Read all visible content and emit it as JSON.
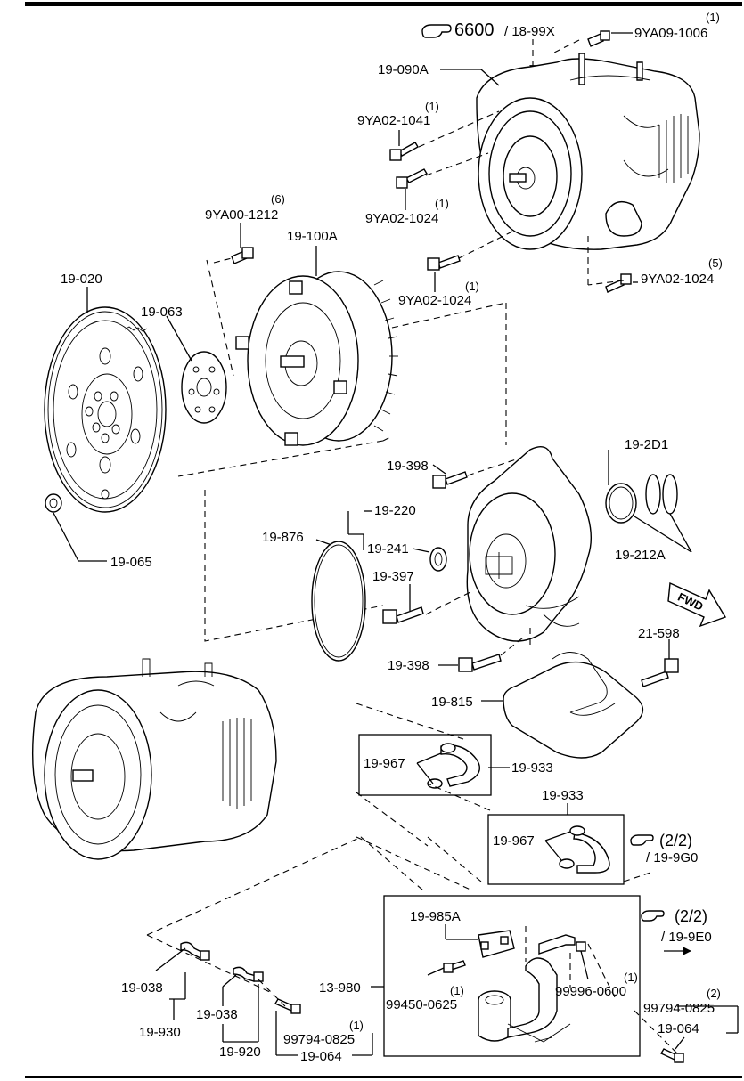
{
  "ref_main": {
    "num": "6600",
    "ref": "/ 18-99X"
  },
  "ref_2_2_a": {
    "text": "(2/2)",
    "ref": "/ 19-9G0"
  },
  "ref_2_2_b": {
    "text": "(2/2)",
    "ref": "/ 19-9E0"
  },
  "fwd_label": "FWD",
  "labels": {
    "p9ya09_1006": "9YA09-1006",
    "q9ya09_1006": "(1)",
    "p19_090a": "19-090A",
    "p9ya02_1041": "9YA02-1041",
    "q9ya02_1041": "(1)",
    "p9ya02_1024_a": "9YA02-1024",
    "q9ya02_1024_a": "(1)",
    "p9ya00_1212": "9YA00-1212",
    "q9ya00_1212": "(6)",
    "p19_100a": "19-100A",
    "p19_020": "19-020",
    "p19_063": "19-063",
    "p9ya02_1024_b": "9YA02-1024",
    "q9ya02_1024_b": "(1)",
    "p9ya02_1024_c": "9YA02-1024",
    "q9ya02_1024_c": "(5)",
    "p19_065": "19-065",
    "p19_398_a": "19-398",
    "p19_2d1": "19-2D1",
    "p19_220": "19-220",
    "p19_241": "19-241",
    "p19_876": "19-876",
    "p19_397": "19-397",
    "p19_212a": "19-212A",
    "p19_398_b": "19-398",
    "p21_598": "21-598",
    "p19_815": "19-815",
    "p19_967_a": "19-967",
    "p19_933_a": "19-933",
    "p19_933_b": "19-933",
    "p19_967_b": "19-967",
    "p19_985a": "19-985A",
    "p13_980": "13-980",
    "p99450_0625": "99450-0625",
    "q99450_0625": "(1)",
    "p99996_0600": "99996-0600",
    "q99996_0600": "(1)",
    "p99794_0825_a": "99794-0825",
    "q99794_0825_a": "(2)",
    "p19_064_a": "19-064",
    "p19_038_a": "19-038",
    "p19_930": "19-930",
    "p19_038_b": "19-038",
    "p19_920": "19-920",
    "p99794_0825_b": "99794-0825",
    "q99794_0825_b": "(1)",
    "p19_064_b": "19-064"
  }
}
